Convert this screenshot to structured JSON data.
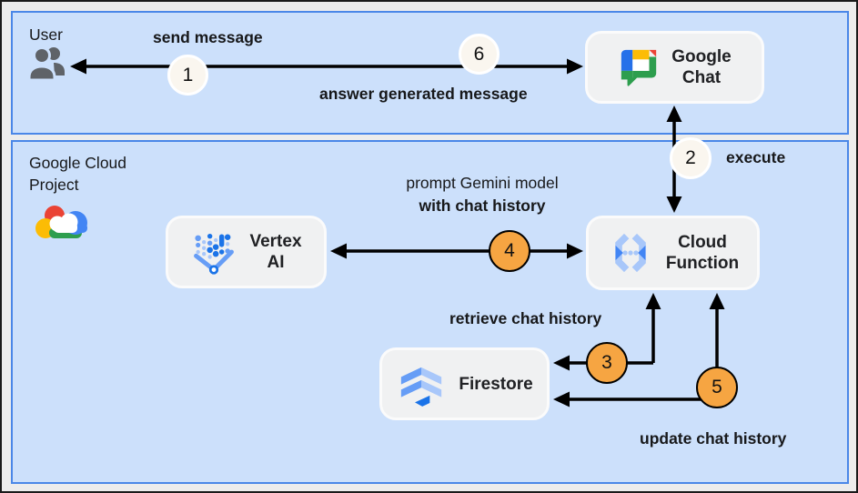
{
  "zones": {
    "user": {
      "label": "User"
    },
    "gcp": {
      "label": "Google Cloud Project"
    }
  },
  "nodes": {
    "google_chat": {
      "line1": "Google",
      "line2": "Chat",
      "icon": "google-chat-icon"
    },
    "vertex_ai": {
      "line1": "Vertex",
      "line2": "AI",
      "icon": "vertex-ai-icon"
    },
    "cloud_function": {
      "line1": "Cloud",
      "line2": "Function",
      "icon": "cloud-function-icon"
    },
    "firestore": {
      "label": "Firestore",
      "icon": "firestore-icon"
    }
  },
  "edge_labels": {
    "send_message": "send message",
    "answer_generated": "answer generated message",
    "execute": "execute",
    "prompt_line1": "prompt Gemini model",
    "prompt_line2": "with chat history",
    "retrieve": "retrieve chat history",
    "update": "update chat history"
  },
  "steps": {
    "1": "1",
    "2": "2",
    "3": "3",
    "4": "4",
    "5": "5",
    "6": "6"
  },
  "colors": {
    "zone_fill": "#cce0fb",
    "zone_border": "#4a87e8",
    "node_fill": "#f0f1f2",
    "step_cream": "#faf6ef",
    "step_orange": "#f6a542",
    "arrow": "#000000",
    "google_blue": "#2570e9",
    "google_red": "#ea4335",
    "google_yellow": "#fcbc05",
    "google_green": "#2d9e4e",
    "light_blue": "#a8c7fa",
    "mid_blue": "#669df6",
    "dark_blue": "#1a73e8"
  }
}
